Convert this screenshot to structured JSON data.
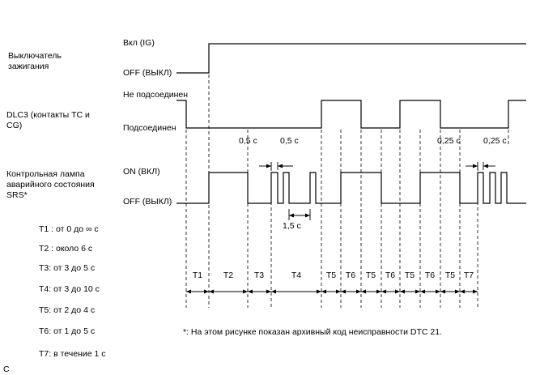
{
  "signals": {
    "ignition": {
      "label_line1": "Выключатель",
      "label_line2": "зажигания",
      "high": "Вкл (IG)",
      "low": "OFF (ВЫКЛ)"
    },
    "dlc3": {
      "label_line1": "DLC3 (контакты TC и",
      "label_line2": "CG)",
      "high": "Не подсоединен",
      "low": "Подсоединен"
    },
    "srs_lamp": {
      "label_line1": "Контрольная лампа",
      "label_line2": "аварийного состояния",
      "label_line3": "SRS*",
      "high": "ON (ВКЛ)",
      "low": "OFF (ВЫКЛ)"
    }
  },
  "durations": {
    "d1": "0,5 с",
    "d2": "0,5 с",
    "d3": "0,25 с",
    "d4": "0,25 с",
    "flash": "1,5 с"
  },
  "legend": [
    "T1 : от 0 до ∞ с",
    "T2 : около 6 с",
    "T3: от 3 до 5 с",
    "T4: от 3 до 10 с",
    "T5: от 2 до 4 с",
    "T6: от 1 до 5 с",
    "T7: в течение 1 с"
  ],
  "periods": [
    "T1",
    "T2",
    "T3",
    "T4",
    "T5",
    "T6",
    "T5",
    "T6",
    "T5",
    "T6",
    "T5",
    "T7"
  ],
  "note": "*: На этом рисунке показан архивный код неисправности DTC 21.",
  "corner_label": "C"
}
